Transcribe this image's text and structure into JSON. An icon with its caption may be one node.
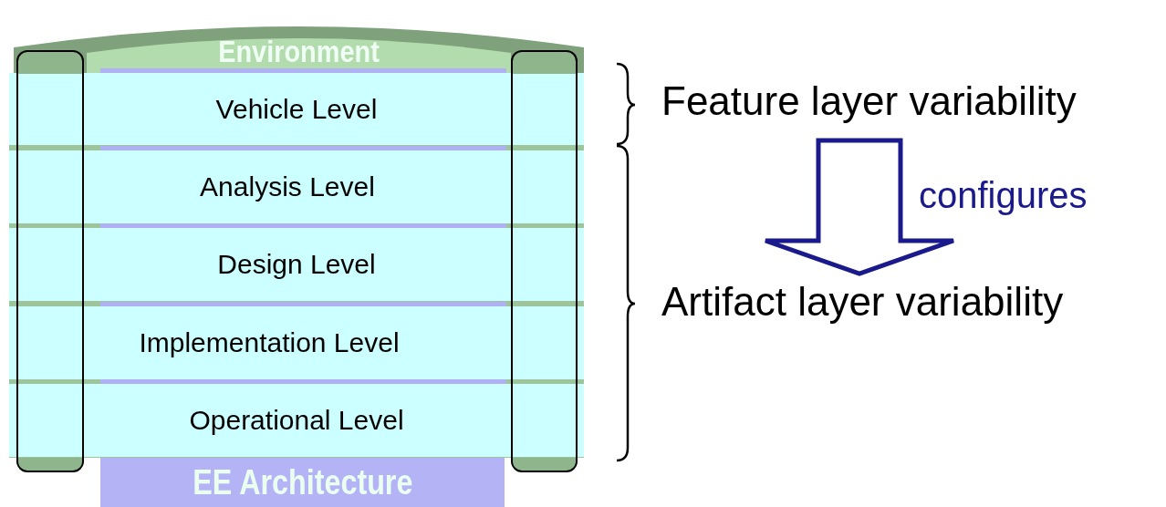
{
  "diagram": {
    "nodes": [
      {
        "text": [
          "Environment"
        ]
      },
      {
        "text": [],
        "shape": "bar"
      },
      {
        "text": [],
        "shape": "bar"
      },
      {
        "text": [
          "Vehicle Level"
        ]
      },
      {
        "text": [
          "Analysis Level"
        ]
      },
      {
        "text": [
          "Design Level"
        ]
      },
      {
        "text": [
          "Implementation Level"
        ]
      },
      {
        "text": [
          "Operational Level"
        ]
      },
      {
        "text": [
          "EE Architecture"
        ]
      },
      {
        "text": [
          "Feature layer variability"
        ]
      },
      {
        "text": [
          "Artifact layer variability"
        ]
      }
    ],
    "edges": [
      {
        "from": 9,
        "to": 10,
        "arrow": "to",
        "label": "configures",
        "color": "#1a1a8c"
      }
    ]
  }
}
